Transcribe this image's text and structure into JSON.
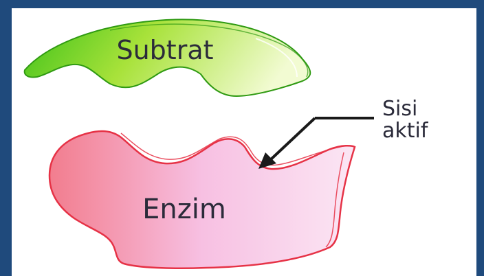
{
  "diagram": {
    "substrate": {
      "label": "Subtrat"
    },
    "enzyme": {
      "label": "Enzim"
    },
    "active_site": {
      "line1": "Sisi",
      "line2": "aktif"
    }
  },
  "colors": {
    "background_border": "#1f4a7c",
    "substrate_fill_start": "#3fc21a",
    "substrate_fill_end": "#f2fbd2",
    "enzyme_fill_start": "#f27d8e",
    "enzyme_fill_end": "#fbe6f4",
    "enzyme_stroke": "#e63246",
    "arrow": "#1a1a1a"
  }
}
